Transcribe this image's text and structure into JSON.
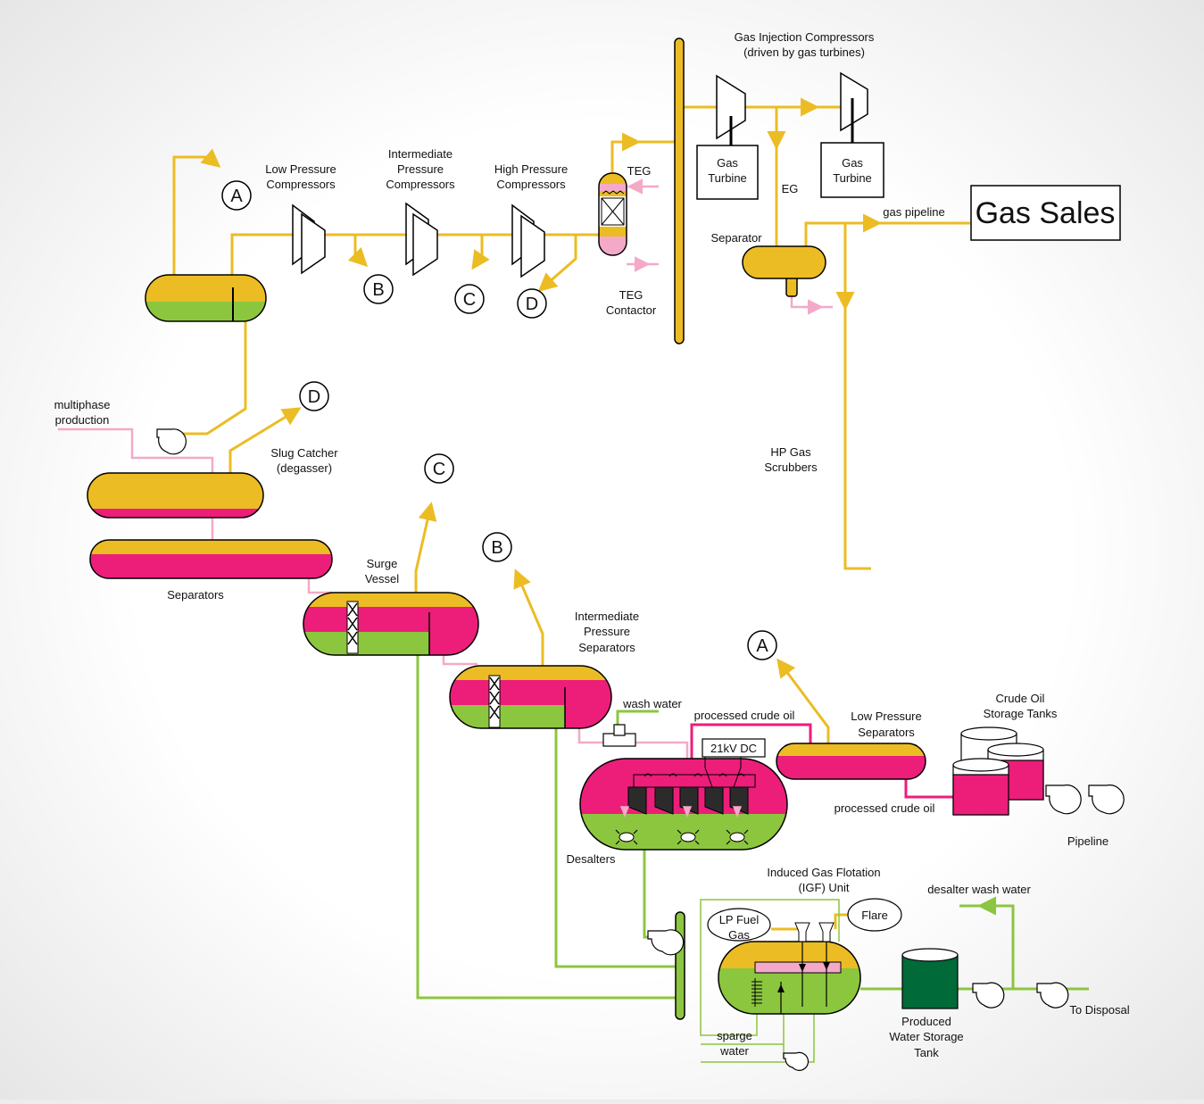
{
  "colors": {
    "gas": "#ecbc24",
    "oil": "#ec1e79",
    "water": "#8cc63f",
    "teg": "#f4a9c8",
    "dark_water": "#006a38",
    "equipment_fill": "#ffffff",
    "stroke": "#000000"
  },
  "labels": {
    "gas_injection_compressors_1": "Gas Injection Compressors",
    "gas_injection_compressors_2": "(driven by gas turbines)",
    "low_pressure_compressors_1": "Low Pressure",
    "low_pressure_compressors_2": "Compressors",
    "intermediate_pressure_compressors_1": "Intermediate",
    "intermediate_pressure_compressors_2": "Pressure",
    "intermediate_pressure_compressors_3": "Compressors",
    "high_pressure_compressors_1": "High Pressure",
    "high_pressure_compressors_2": "Compressors",
    "teg": "TEG",
    "teg_contactor_1": "TEG",
    "teg_contactor_2": "Contactor",
    "gas_turbine_1a": "Gas",
    "gas_turbine_1b": "Turbine",
    "gas_turbine_2a": "Gas",
    "gas_turbine_2b": "Turbine",
    "eg": "EG",
    "separator": "Separator",
    "gas_pipeline": "gas pipeline",
    "gas_sales": "Gas Sales",
    "hp_gas_scrubbers_1": "HP Gas",
    "hp_gas_scrubbers_2": "Scrubbers",
    "multiphase_production_1": "multiphase",
    "multiphase_production_2": "production",
    "slug_catcher_1": "Slug Catcher",
    "slug_catcher_2": "(degasser)",
    "separators": "Separators",
    "surge_vessel_1": "Surge",
    "surge_vessel_2": "Vessel",
    "ip_separators_1": "Intermediate",
    "ip_separators_2": "Pressure",
    "ip_separators_3": "Separators",
    "wash_water": "wash water",
    "processed_crude_oil_top": "processed crude oil",
    "processed_crude_oil_bottom": "processed crude oil",
    "voltage": "21kV DC",
    "lp_separators_1": "Low Pressure",
    "lp_separators_2": "Separators",
    "crude_oil_storage_1": "Crude Oil",
    "crude_oil_storage_2": "Storage Tanks",
    "pipeline": "Pipeline",
    "desalters": "Desalters",
    "igf_1": "Induced Gas Flotation",
    "igf_2": "(IGF) Unit",
    "lp_fuel_gas_1": "LP Fuel",
    "lp_fuel_gas_2": "Gas",
    "flare": "Flare",
    "desalter_wash_water": "desalter wash water",
    "produced_water_1": "Produced",
    "produced_water_2": "Water Storage",
    "produced_water_3": "Tank",
    "to_disposal": "To Disposal",
    "sparge_water_1": "sparge",
    "sparge_water_2": "water"
  },
  "connectors": {
    "a": "A",
    "b": "B",
    "c": "C",
    "d": "D"
  }
}
